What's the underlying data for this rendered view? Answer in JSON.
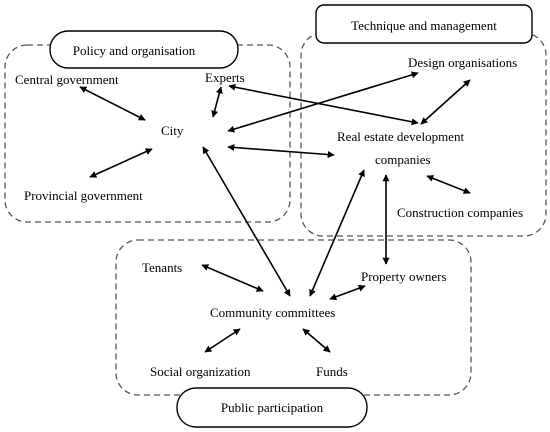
{
  "groups": {
    "policy": "Policy and organisation",
    "technique": "Technique and management",
    "public": "Public participation"
  },
  "nodes": {
    "central_government": "Central government",
    "experts": "Experts",
    "city": "City",
    "provincial_government": "Provincial government",
    "design_organisations": "Design organisations",
    "real_estate_line1": "Real estate development",
    "real_estate_line2": "companies",
    "construction_companies": "Construction companies",
    "tenants": "Tenants",
    "property_owners": "Property owners",
    "community_committees": "Community committees",
    "social_organization": "Social organization",
    "funds": "Funds"
  }
}
